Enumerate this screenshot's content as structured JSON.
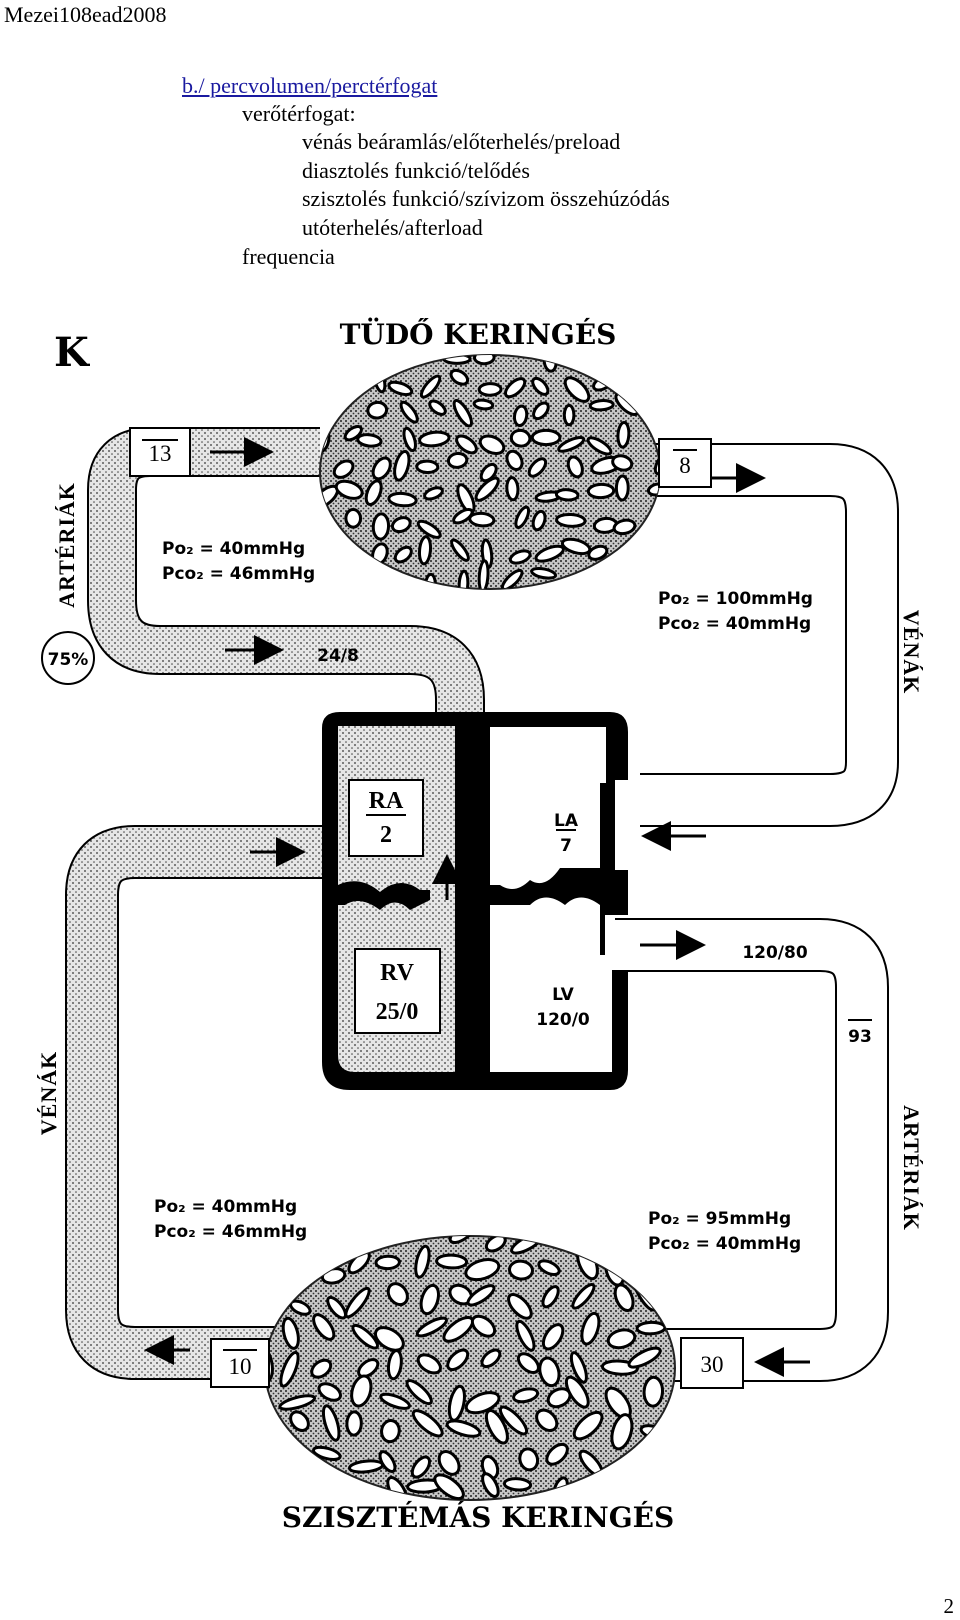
{
  "header": {
    "doc_id": "Mezei108ead2008"
  },
  "outline": {
    "heading": "b./ percvolumen/perctérfogat",
    "stroke_volume": "verőtérfogat:",
    "items": [
      "vénás beáramlás/előterhelés/preload",
      "diasztolés funkció/telődés",
      "szisztolés funkció/szívizom összehúzódás",
      "utóterhelés/afterload"
    ],
    "frequency": "frequencia"
  },
  "diagram": {
    "panel_letter": "K",
    "title_top": "TÜDŐ KERINGÉS",
    "title_bottom": "SZISZTÉMÁS KERINGÉS",
    "label_arteries_left": "ARTÉRIÁK",
    "label_veins_right": "VÉNÁK",
    "label_veins_left": "VÉNÁK",
    "label_arteries_right": "ARTÉRIÁK",
    "saturation": "75%",
    "pulm_artery_mean": "13",
    "pulm_vein_mean": "8",
    "pulm_artery_pressure": "24/8",
    "pulm_artery_po2": "Po₂ = 40mmHg",
    "pulm_artery_pco2": "Pco₂ = 46mmHg",
    "pulm_vein_po2": "Po₂ = 100mmHg",
    "pulm_vein_pco2": "Pco₂ = 40mmHg",
    "ra_label": "RA",
    "ra_value": "2",
    "rv_label": "RV",
    "rv_value": "25/0",
    "la_label": "LA",
    "la_value": "7",
    "lv_label": "LV",
    "lv_value": "120/0",
    "aorta_pressure": "120/80",
    "aorta_mean": "93",
    "sys_vein_po2": "Po₂ = 40mmHg",
    "sys_vein_pco2": "Pco₂ = 46mmHg",
    "sys_art_po2": "Po₂ = 95mmHg",
    "sys_art_pco2": "Pco₂ = 40mmHg",
    "sys_vein_mean": "10",
    "sys_art_mean": "30"
  },
  "footer": {
    "page_number": "2"
  }
}
